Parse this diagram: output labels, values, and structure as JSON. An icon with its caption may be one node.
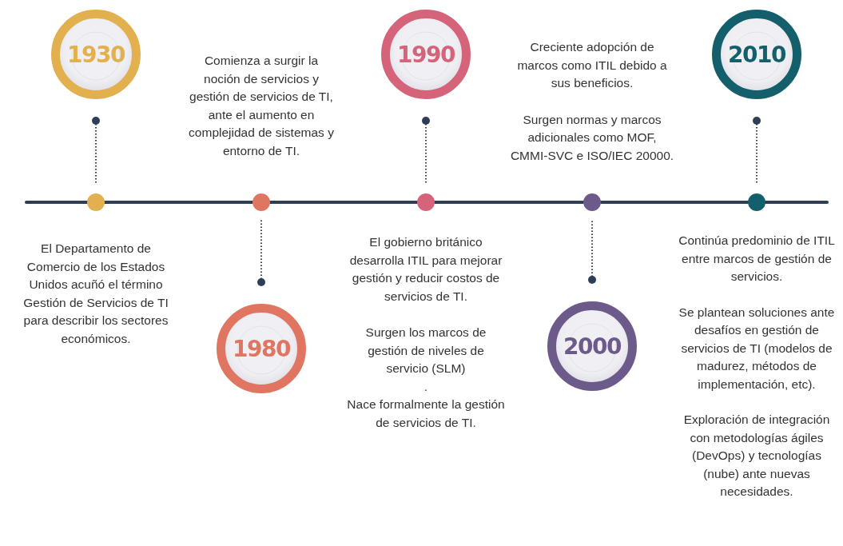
{
  "diagram": {
    "nodes": [
      {
        "text": [
          "1930"
        ]
      },
      {
        "text": [
          "1980"
        ]
      },
      {
        "text": [
          "1990"
        ]
      },
      {
        "text": [
          "2000"
        ]
      },
      {
        "text": [
          "2010"
        ]
      },
      {
        "text": [],
        "shape": "circle"
      },
      {
        "text": [],
        "shape": "circle"
      },
      {
        "text": [],
        "shape": "circle"
      },
      {
        "text": [],
        "shape": "circle"
      },
      {
        "text": [],
        "shape": "circle"
      }
    ],
    "labels": [
      "El Departamento de Comercio de los Estados Unidos acuñó el término Gestión de Servicios de TI para describir los sectores económicos.",
      "Comienza a surgir la noción de servicios y gestión de servicios de TI, ante el aumento en complejidad de sistemas y entorno de TI.",
      "El gobierno británico desarrolla ITIL para mejorar gestión y reducir costos de servicios de TI.",
      "Surgen los marcos de gestión de niveles de servicio (SLM)",
      ".",
      "Nace formalmente la gestión de servicios de TI.",
      "Creciente adopción de marcos como ITIL debido a sus beneficios.",
      "Surgen normas y marcos adicionales como MOF, CMMI-SVC e ISO/IEC 20000.",
      "Continúa predominio de ITIL entre marcos de gestión de servicios.",
      "Se plantean soluciones ante desafíos en gestión de servicios de TI (modelos de madurez, métodos de implementación, etc).",
      "Exploración de integración con metodologías ágiles (DevOps) y tecnologías (nube) ante nuevas necesidades."
    ],
    "edges": [
      {
        "from": 0,
        "to": 5,
        "arrow": "other",
        "style": "dashed"
      },
      {
        "from": 1,
        "to": 6,
        "arrow": "other",
        "style": "dashed"
      },
      {
        "from": 2,
        "to": 7,
        "arrow": "other",
        "style": "dashed"
      },
      {
        "from": 3,
        "to": 8,
        "arrow": "other",
        "style": "dashed"
      },
      {
        "from": 4,
        "to": 9,
        "arrow": "other",
        "style": "dashed"
      }
    ]
  }
}
